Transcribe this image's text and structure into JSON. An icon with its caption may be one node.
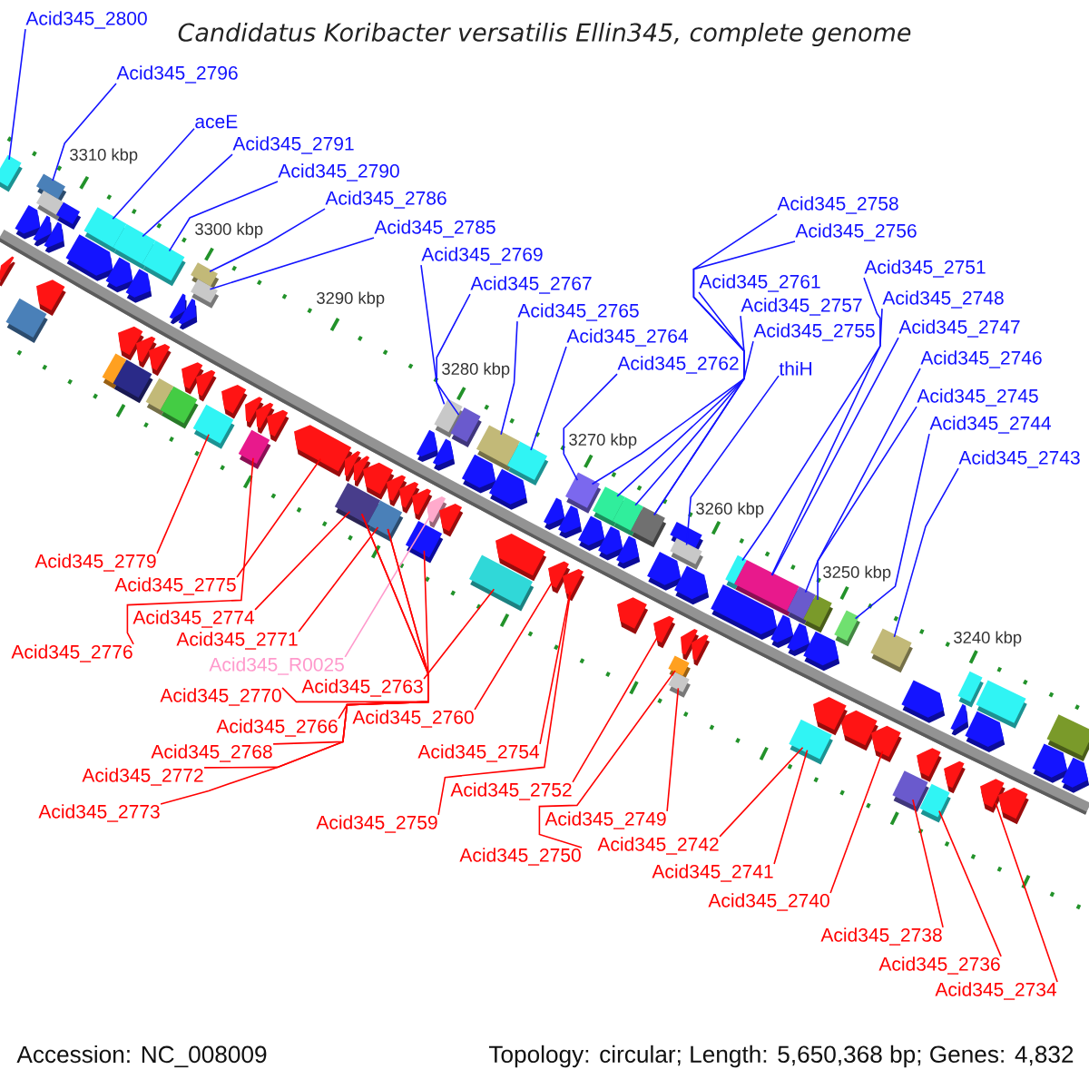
{
  "diagram": {
    "title": "Candidatus Koribacter versatilis Ellin345, complete genome",
    "nodes": [
      {
        "text": [
          "Acid345_2800"
        ]
      },
      {
        "text": [
          "Acid345_2796"
        ]
      },
      {
        "text": [
          "aceE"
        ]
      },
      {
        "text": [
          "Acid345_2791"
        ]
      },
      {
        "text": [
          "Acid345_2790"
        ]
      },
      {
        "text": [
          "Acid345_2786"
        ]
      },
      {
        "text": [
          "Acid345_2785"
        ]
      },
      {
        "text": [
          "Acid345_2769"
        ]
      },
      {
        "text": [
          "Acid345_2767"
        ]
      },
      {
        "text": [
          "Acid345_2765"
        ]
      },
      {
        "text": [
          "Acid345_2764"
        ]
      },
      {
        "text": [
          "Acid345_2762"
        ]
      },
      {
        "text": [
          "Acid345_2761"
        ]
      },
      {
        "text": [
          "Acid345_2758"
        ]
      },
      {
        "text": [
          "Acid345_2757"
        ]
      },
      {
        "text": [
          "Acid345_2756"
        ]
      },
      {
        "text": [
          "Acid345_2755"
        ]
      },
      {
        "text": [
          "thiH"
        ]
      },
      {
        "text": [
          "Acid345_2751"
        ]
      },
      {
        "text": [
          "Acid345_2748"
        ]
      },
      {
        "text": [
          "Acid345_2747"
        ]
      },
      {
        "text": [
          "Acid345_2746"
        ]
      },
      {
        "text": [
          "Acid345_2745"
        ]
      },
      {
        "text": [
          "Acid345_2744"
        ]
      },
      {
        "text": [
          "Acid345_2743"
        ]
      },
      {
        "text": [
          "Acid345_2779"
        ]
      },
      {
        "text": [
          "Acid345_2775"
        ]
      },
      {
        "text": [
          "Acid345_2774"
        ]
      },
      {
        "text": [
          "Acid345_2776"
        ]
      },
      {
        "text": [
          "Acid345_2771"
        ]
      },
      {
        "text": [
          "Acid345_R0025"
        ]
      },
      {
        "text": [
          "Acid345_2770"
        ]
      },
      {
        "text": [
          "Acid345_2763"
        ]
      },
      {
        "text": [
          "Acid345_2766"
        ]
      },
      {
        "text": [
          "Acid345_2760"
        ]
      },
      {
        "text": [
          "Acid345_2768"
        ]
      },
      {
        "text": [
          "Acid345_2772"
        ]
      },
      {
        "text": [
          "Acid345_2773"
        ]
      },
      {
        "text": [
          "Acid345_2754"
        ]
      },
      {
        "text": [
          "Acid345_2752"
        ]
      },
      {
        "text": [
          "Acid345_2759"
        ]
      },
      {
        "text": [
          "Acid345_2749"
        ]
      },
      {
        "text": [
          "Acid345_2750"
        ]
      },
      {
        "text": [
          "Acid345_2742"
        ]
      },
      {
        "text": [
          "Acid345_2741"
        ]
      },
      {
        "text": [
          "Acid345_2740"
        ]
      },
      {
        "text": [
          "Acid345_2738"
        ]
      },
      {
        "text": [
          "Acid345_2736"
        ]
      },
      {
        "text": [
          "Acid345_2734"
        ]
      },
      {
        "text": [],
        "shape": "box"
      },
      {
        "text": [],
        "shape": "box"
      },
      {
        "text": [],
        "shape": "box"
      },
      {
        "text": [],
        "shape": "box"
      },
      {
        "text": [],
        "shape": "box"
      },
      {
        "text": [],
        "shape": "box"
      },
      {
        "text": [],
        "shape": "box"
      },
      {
        "text": [],
        "shape": "box"
      },
      {
        "text": [],
        "shape": "box"
      },
      {
        "text": [],
        "shape": "box"
      },
      {
        "text": [],
        "shape": "box"
      },
      {
        "text": [],
        "shape": "box"
      },
      {
        "text": [],
        "shape": "box"
      },
      {
        "text": [],
        "shape": "box"
      },
      {
        "text": [],
        "shape": "box"
      },
      {
        "text": [],
        "shape": "box"
      },
      {
        "text": [],
        "shape": "box"
      },
      {
        "text": [],
        "shape": "box"
      },
      {
        "text": [],
        "shape": "box"
      },
      {
        "text": [],
        "shape": "box"
      },
      {
        "text": [],
        "shape": "box"
      },
      {
        "text": [],
        "shape": "box"
      },
      {
        "text": [],
        "shape": "box"
      },
      {
        "text": [],
        "shape": "box"
      },
      {
        "text": [],
        "shape": "pentagon"
      },
      {
        "text": [],
        "shape": "box"
      },
      {
        "text": [],
        "shape": "box"
      },
      {
        "text": [],
        "shape": "box"
      },
      {
        "text": [],
        "shape": "pentagon"
      },
      {
        "text": [],
        "shape": "box"
      },
      {
        "text": [],
        "shape": "pentagon"
      },
      {
        "text": [],
        "shape": "pentagon"
      },
      {
        "text": [],
        "shape": "pentagon"
      },
      {
        "text": [],
        "shape": "box"
      },
      {
        "text": [],
        "shape": "box"
      },
      {
        "text": [],
        "shape": "box"
      },
      {
        "text": [],
        "shape": "pentagon"
      },
      {
        "text": [],
        "shape": "pentagon"
      },
      {
        "text": [],
        "shape": "box"
      },
      {
        "text": [],
        "shape": "box"
      },
      {
        "text": [],
        "shape": "pentagon"
      },
      {
        "text": [],
        "shape": "box"
      },
      {
        "text": [],
        "shape": "box"
      },
      {
        "text": [],
        "shape": "box"
      },
      {
        "text": [],
        "shape": "box"
      },
      {
        "text": [],
        "shape": "box"
      },
      {
        "text": [],
        "shape": "box"
      },
      {
        "text": [],
        "shape": "pentagon"
      },
      {
        "text": [],
        "shape": "pentagon"
      },
      {
        "text": [],
        "shape": "pentagon"
      },
      {
        "text": [],
        "shape": "pentagon"
      },
      {
        "text": [],
        "shape": "pentagon"
      },
      {
        "text": [],
        "shape": "pentagon"
      },
      {
        "text": [],
        "shape": "pentagon"
      },
      {
        "text": [],
        "shape": "pentagon"
      },
      {
        "text": [],
        "shape": "pentagon"
      },
      {
        "text": [],
        "shape": "pentagon"
      },
      {
        "text": [],
        "shape": "pentagon"
      },
      {
        "text": [],
        "shape": "pentagon"
      },
      {
        "text": [],
        "shape": "pentagon"
      },
      {
        "text": [],
        "shape": "pentagon"
      },
      {
        "text": [],
        "shape": "pentagon"
      },
      {
        "text": [],
        "shape": "pentagon"
      },
      {
        "text": [],
        "shape": "pentagon"
      },
      {
        "text": [],
        "shape": "pentagon"
      },
      {
        "text": [],
        "shape": "pentagon"
      },
      {
        "text": [],
        "shape": "pentagon"
      },
      {
        "text": [],
        "shape": "pentagon"
      },
      {
        "text": [],
        "shape": "pentagon"
      },
      {
        "text": [],
        "shape": "pentagon"
      },
      {
        "text": [],
        "shape": "pentagon"
      },
      {
        "text": [],
        "shape": "pentagon"
      },
      {
        "text": [],
        "shape": "pentagon"
      },
      {
        "text": [],
        "shape": "pentagon"
      },
      {
        "text": [],
        "shape": "pentagon"
      },
      {
        "text": [],
        "shape": "pentagon"
      },
      {
        "text": [],
        "shape": "pentagon"
      },
      {
        "text": [],
        "shape": "pentagon"
      },
      {
        "text": [],
        "shape": "pentagon"
      },
      {
        "text": [],
        "shape": "pentagon"
      },
      {
        "text": [],
        "shape": "pentagon"
      },
      {
        "text": [],
        "shape": "pentagon"
      },
      {
        "text": [],
        "shape": "pentagon"
      },
      {
        "text": [],
        "shape": "pentagon"
      },
      {
        "text": [],
        "shape": "pentagon"
      },
      {
        "text": [],
        "shape": "pentagon"
      },
      {
        "text": [],
        "shape": "pentagon"
      },
      {
        "text": [],
        "shape": "pentagon"
      },
      {
        "text": [],
        "shape": "pentagon"
      },
      {
        "text": [],
        "shape": "pentagon"
      },
      {
        "text": [],
        "shape": "pentagon"
      },
      {
        "text": [],
        "shape": "pentagon"
      },
      {
        "text": [],
        "shape": "pentagon"
      },
      {
        "text": [],
        "shape": "pentagon"
      },
      {
        "text": [],
        "shape": "pentagon"
      },
      {
        "text": [],
        "shape": "pentagon"
      },
      {
        "text": [],
        "shape": "pentagon"
      },
      {
        "text": [],
        "shape": "pentagon"
      },
      {
        "text": [],
        "shape": "pentagon"
      },
      {
        "text": [],
        "shape": "pentagon"
      },
      {
        "text": [],
        "shape": "pentagon"
      },
      {
        "text": [],
        "shape": "box"
      },
      {
        "text": [],
        "shape": "box"
      },
      {
        "text": [],
        "shape": "box"
      },
      {
        "text": [],
        "shape": "box"
      },
      {
        "text": [],
        "shape": "box"
      }
    ],
    "edges": [
      {
        "from": 0,
        "to": 49,
        "arrow": "none"
      },
      {
        "from": 1,
        "to": 50,
        "arrow": "none"
      },
      {
        "from": 2,
        "to": 51,
        "arrow": "none"
      },
      {
        "from": 3,
        "to": 52,
        "arrow": "none"
      },
      {
        "from": 4,
        "to": 53,
        "arrow": "none"
      },
      {
        "from": 5,
        "to": 54,
        "arrow": "none"
      },
      {
        "from": 6,
        "to": 55,
        "arrow": "none"
      },
      {
        "from": 7,
        "to": 56,
        "arrow": "none"
      },
      {
        "from": 8,
        "to": 57,
        "arrow": "none"
      },
      {
        "from": 9,
        "to": 58,
        "arrow": "none"
      },
      {
        "from": 10,
        "to": 59,
        "arrow": "none"
      },
      {
        "from": 11,
        "to": 60,
        "arrow": "none"
      },
      {
        "from": 12,
        "to": 60,
        "arrow": "none"
      },
      {
        "from": 13,
        "to": 61,
        "arrow": "none"
      },
      {
        "from": 14,
        "to": 62,
        "arrow": "none"
      },
      {
        "from": 15,
        "to": 63,
        "arrow": "none"
      },
      {
        "from": 16,
        "to": 63,
        "arrow": "none"
      },
      {
        "from": 17,
        "to": 92,
        "arrow": "none"
      },
      {
        "from": 18,
        "to": 65,
        "arrow": "none"
      },
      {
        "from": 19,
        "to": 66,
        "arrow": "none"
      },
      {
        "from": 20,
        "to": 66,
        "arrow": "none"
      },
      {
        "from": 21,
        "to": 67,
        "arrow": "none"
      },
      {
        "from": 22,
        "to": 68,
        "arrow": "none"
      },
      {
        "from": 23,
        "to": 69,
        "arrow": "none"
      },
      {
        "from": 24,
        "to": 70,
        "arrow": "none"
      },
      {
        "from": 25,
        "to": 71,
        "arrow": "none",
        "color": "#ff0000"
      },
      {
        "from": 26,
        "to": 73,
        "arrow": "none",
        "color": "#ff0000"
      },
      {
        "from": 27,
        "to": 74,
        "arrow": "none",
        "color": "#ff0000"
      },
      {
        "from": 28,
        "to": 72,
        "arrow": "none",
        "color": "#ff0000"
      },
      {
        "from": 29,
        "to": 75,
        "arrow": "none",
        "color": "#ff0000"
      },
      {
        "from": 30,
        "to": 77,
        "arrow": "none",
        "color": "#ff99cc"
      },
      {
        "from": 31,
        "to": 75,
        "arrow": "none",
        "color": "#ff0000"
      },
      {
        "from": 32,
        "to": 78,
        "arrow": "none",
        "color": "#ff0000"
      },
      {
        "from": 33,
        "to": 76,
        "arrow": "none",
        "color": "#ff0000"
      },
      {
        "from": 34,
        "to": 79,
        "arrow": "none",
        "color": "#ff0000"
      },
      {
        "from": 35,
        "to": 75,
        "arrow": "none",
        "color": "#ff0000"
      },
      {
        "from": 36,
        "to": 74,
        "arrow": "none",
        "color": "#ff0000"
      },
      {
        "from": 37,
        "to": 74,
        "arrow": "none",
        "color": "#ff0000"
      },
      {
        "from": 38,
        "to": 80,
        "arrow": "none",
        "color": "#ff0000"
      },
      {
        "from": 39,
        "to": 81,
        "arrow": "none",
        "color": "#ff0000"
      },
      {
        "from": 40,
        "to": 80,
        "arrow": "none",
        "color": "#ff0000"
      },
      {
        "from": 41,
        "to": 83,
        "arrow": "none",
        "color": "#ff0000"
      },
      {
        "from": 42,
        "to": 82,
        "arrow": "none",
        "color": "#ff0000"
      },
      {
        "from": 43,
        "to": 84,
        "arrow": "none",
        "color": "#ff0000"
      },
      {
        "from": 44,
        "to": 84,
        "arrow": "none",
        "color": "#ff0000"
      },
      {
        "from": 45,
        "to": 86,
        "arrow": "none",
        "color": "#ff0000"
      },
      {
        "from": 46,
        "to": 87,
        "arrow": "none",
        "color": "#ff0000"
      },
      {
        "from": 47,
        "to": 88,
        "arrow": "none",
        "color": "#ff0000"
      },
      {
        "from": 48,
        "to": 89,
        "arrow": "none",
        "color": "#ff0000"
      }
    ],
    "labels": [
      "3310 kbp",
      "3300 kbp",
      "3290 kbp",
      "3280 kbp",
      "3270 kbp",
      "3260 kbp",
      "3250 kbp",
      "3240 kbp",
      "Accession: NC_008009",
      "Topology: circular; Length: 5,650,368 bp; Genes: 4,832"
    ]
  }
}
